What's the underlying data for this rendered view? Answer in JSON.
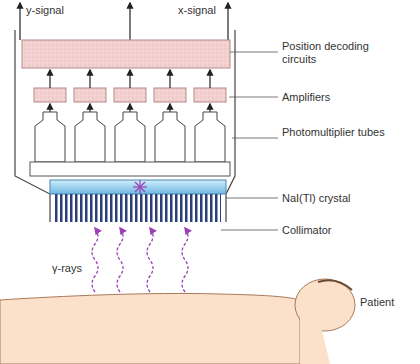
{
  "diagram": {
    "labels": [
      "y-signal",
      "x-signal",
      "Position decoding circuits",
      "Amplifiers",
      "Photomultiplier tubes",
      "NaI(Tl) crystal",
      "Collimator",
      "γ-rays",
      "Patient"
    ]
  }
}
